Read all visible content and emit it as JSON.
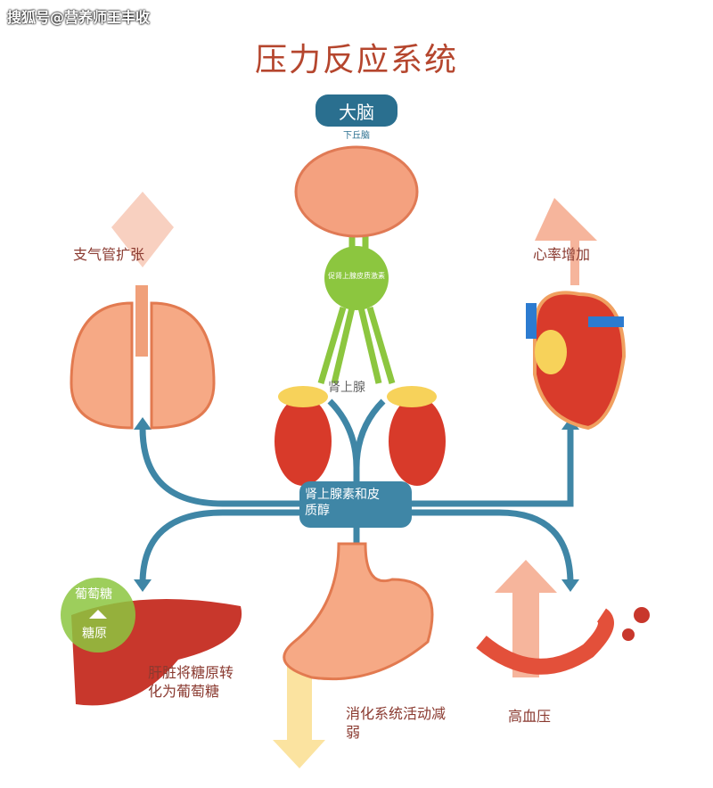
{
  "watermark": "搜狐号@营养师王丰收",
  "title": "压力反应系统",
  "brain": {
    "label": "大脑",
    "sub": "下丘脑"
  },
  "acth": "促肾上腺皮质激素",
  "adrenal": "肾上腺",
  "hormone": {
    "line1": "肾上腺素和皮",
    "line2": "质醇"
  },
  "lungs": "支气管扩张",
  "heart": "心率增加",
  "liver": {
    "glucose": "葡萄糖",
    "glycogen": "糖原",
    "caption1": "肝脏将糖原转",
    "caption2": "化为葡萄糖"
  },
  "stomach": {
    "caption1": "消化系统活动减",
    "caption2": "弱"
  },
  "bp": "高血压",
  "colors": {
    "pipe": "#3f86a6",
    "organ": "#f0a07a",
    "title": "#b5462e",
    "green": "#8cc63f"
  }
}
